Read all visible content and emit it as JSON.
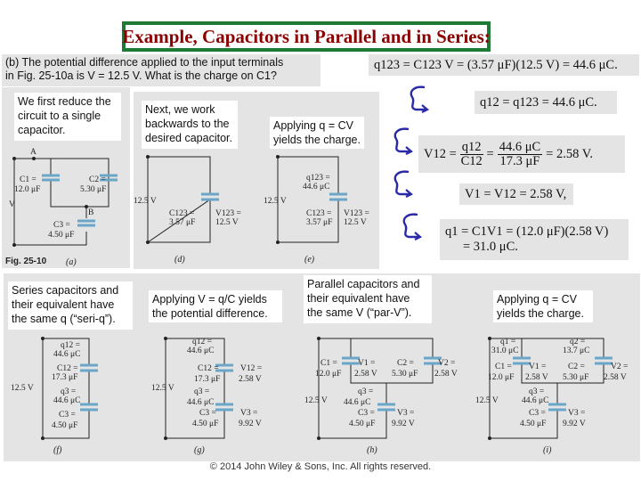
{
  "title": "Example, Capacitors in Parallel and in Series:",
  "problem": {
    "part": "(b)",
    "line1": "The potential difference applied to the input terminals",
    "line2": "in Fig. 25-10a is V = 12.5 V. What is the charge on C1?"
  },
  "notes": {
    "a": "We first reduce the circuit to a single capacitor.",
    "d": "Next, we work backwards to the desired capacitor.",
    "e": "Applying q = CV yields the charge.",
    "f": "Series capacitors and their equivalent have the same q (“seri-q”).",
    "g": "Applying V = q/C yields the potential difference.",
    "h": "Parallel capacitors and their equivalent have the same V (“par-V”).",
    "i": "Applying q = CV yields the charge."
  },
  "equations": {
    "eq1": "q123 = C123 V = (3.57 μF)(12.5 V) = 44.6 μC.",
    "eq2": "q12 = q123 = 44.6 μC.",
    "eq3_lhs": "V12 =",
    "eq3_num1": "q12",
    "eq3_den1": "C12",
    "eq3_mid": "=",
    "eq3_num2": "44.6 μC",
    "eq3_den2": "17.3 μF",
    "eq3_rhs": "= 2.58 V.",
    "eq4": "V1 = V12 = 2.58 V,",
    "eq5": "q1 = C1V1 = (12.0 μF)(2.58 V)",
    "eq6": "= 31.0 μC."
  },
  "figures": {
    "a": {
      "label": "(a)",
      "fig_label": "Fig. 25-10",
      "A": "A",
      "B": "B",
      "V": "V",
      "C1": "C1 =",
      "C1v": "12.0 μF",
      "C2": "C2 =",
      "C2v": "5.30 μF",
      "C3": "C3 =",
      "C3v": "4.50 μF"
    },
    "d": {
      "label": "(d)",
      "V": "12.5 V",
      "C": "C123 =",
      "Cv": "3.57 μF",
      "Vl": "V123 =",
      "Vv": "12.5 V"
    },
    "e": {
      "label": "(e)",
      "V": "12.5 V",
      "q": "q123 =",
      "qv": "44.6 μC",
      "C": "C123 =",
      "Cv": "3.57 μF",
      "Vl": "V123 =",
      "Vv": "12.5 V"
    },
    "f": {
      "label": "(f)",
      "V": "12.5 V",
      "q12": "q12 =",
      "q12v": "44.6 μC",
      "C12": "C12 =",
      "C12v": "17.3 μF",
      "q3": "q3 =",
      "q3v": "44.6 μC",
      "C3": "C3 =",
      "C3v": "4.50 μF"
    },
    "g": {
      "label": "(g)",
      "V": "12.5 V",
      "q12": "q12 =",
      "q12v": "44.6 μC",
      "C12": "C12 =",
      "C12v": "17.3 μF",
      "V12": "V12 =",
      "V12v": "2.58 V",
      "q3": "q3 =",
      "q3v": "44.6 μC",
      "C3": "C3 =",
      "C3v": "4.50 μF",
      "V3": "V3 =",
      "V3v": "9.92 V"
    },
    "h": {
      "label": "(h)",
      "V": "12.5 V",
      "C1": "C1 =",
      "C1v": "12.0 μF",
      "V1": "V1 =",
      "V1v": "2.58 V",
      "C2": "C2 =",
      "C2v": "5.30 μF",
      "V2": "V2 =",
      "V2v": "2.58 V",
      "q3": "q3 =",
      "q3v": "44.6 μC",
      "C3": "C3 =",
      "C3v": "4.50 μF",
      "V3": "V3 =",
      "V3v": "9.92 V"
    },
    "i": {
      "label": "(i)",
      "V": "12.5 V",
      "q1": "q1 =",
      "q1v": "31.0 μC",
      "q2": "q2 =",
      "q2v": "13.7 μC",
      "C1": "C1 =",
      "C1v": "12.0 μF",
      "V1": "V1 =",
      "V1v": "2.58 V",
      "C2": "C2 =",
      "C2v": "5.30 μF",
      "V2": "V2 =",
      "V2v": "2.58 V",
      "q3": "q3 =",
      "q3v": "44.6 μC",
      "C3": "C3 =",
      "C3v": "4.50 μF",
      "V3": "V3 =",
      "V3v": "9.92 V"
    }
  },
  "footer": "© 2014 John Wiley & Sons, Inc. All rights reserved.",
  "colors": {
    "title_border": "#1f7a35",
    "title_text": "#8b0000",
    "capacitor": "#6aa6c8",
    "arrow": "#2a2aa8",
    "panel": "#e4e4e4"
  }
}
